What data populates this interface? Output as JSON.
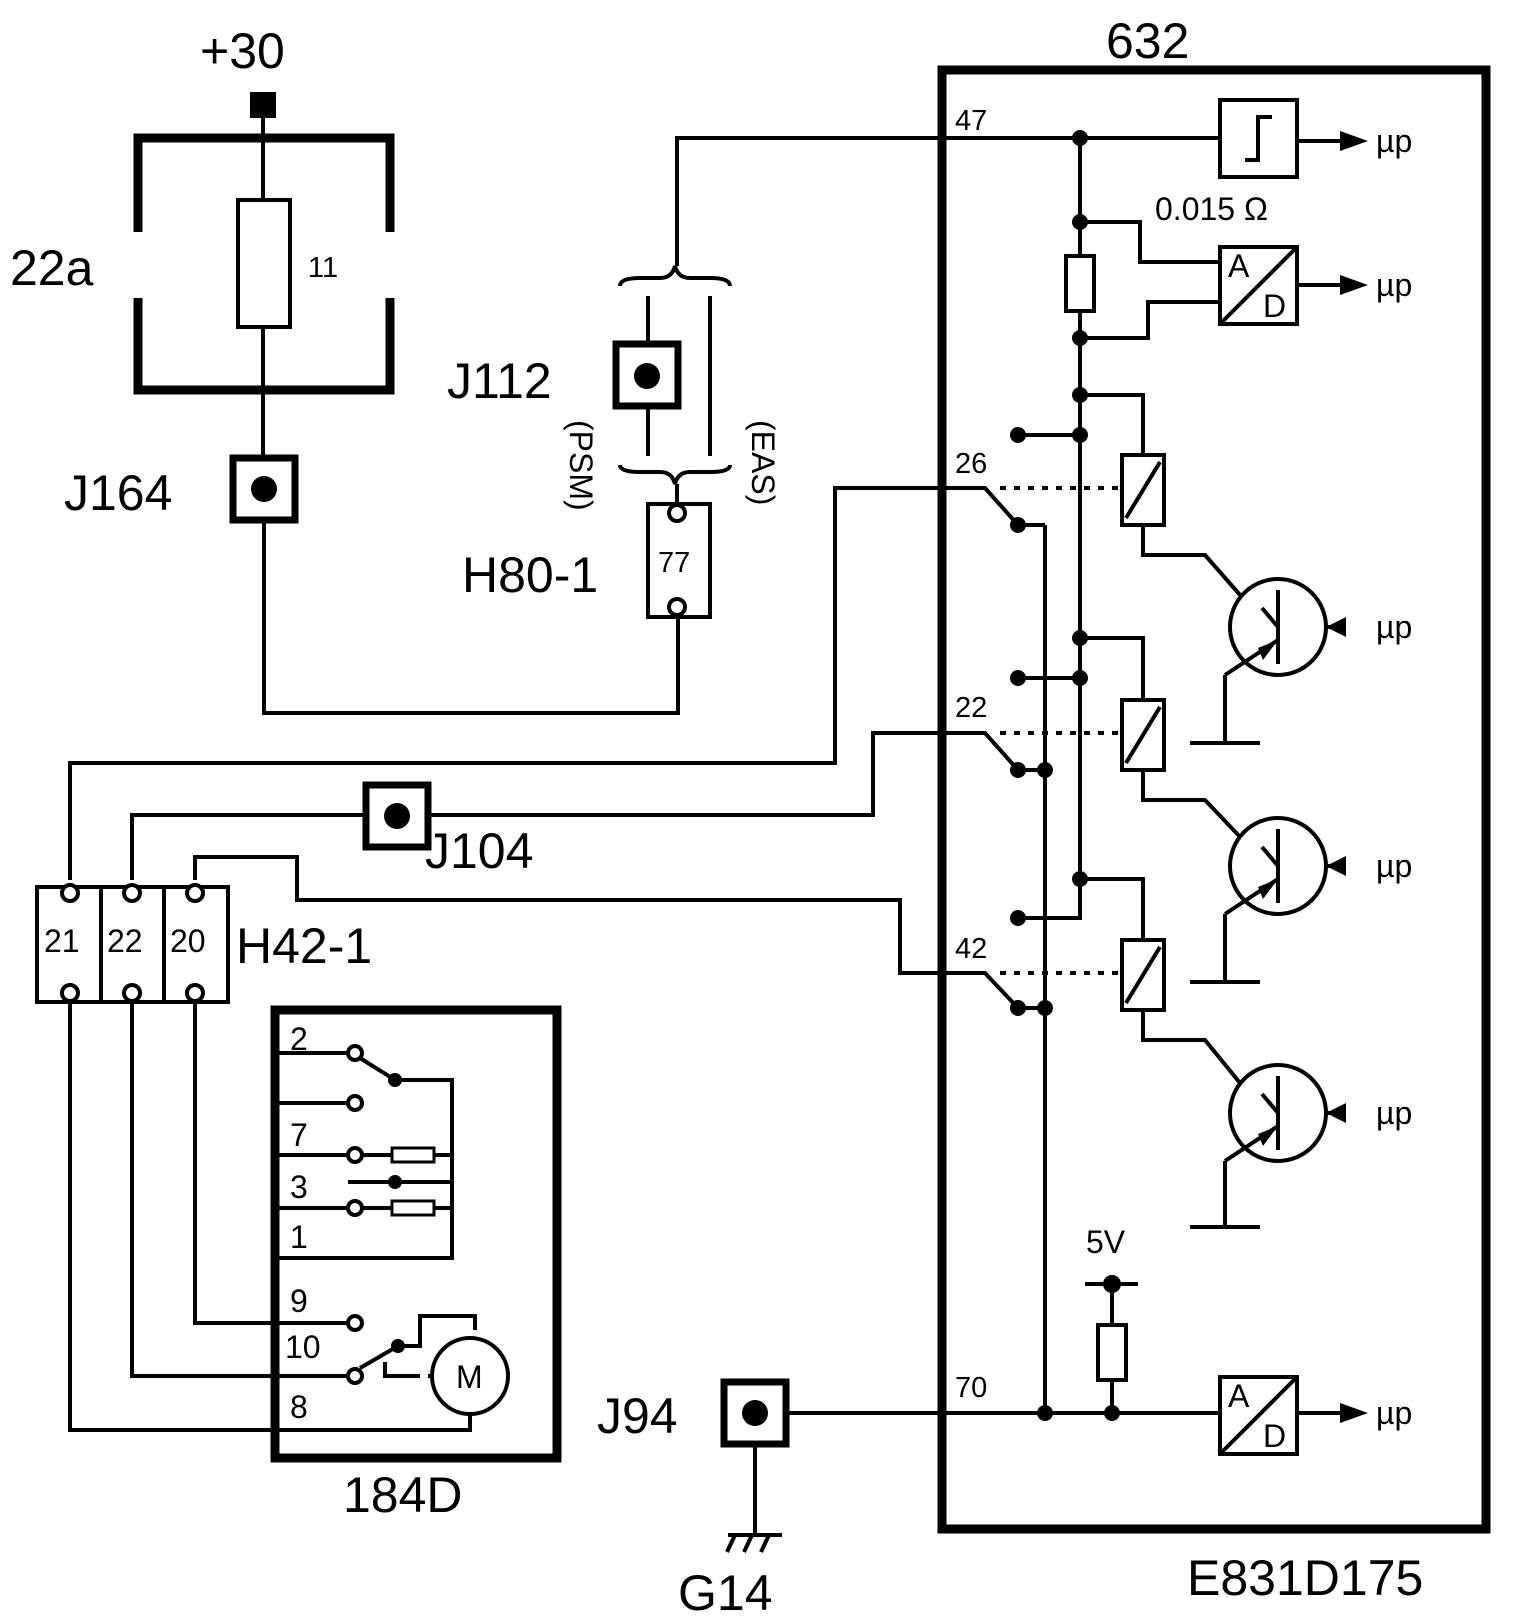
{
  "labels": {
    "supply": "+30",
    "fuse_box": "22a",
    "fuse_num": "11",
    "j164": "J164",
    "j112": "J112",
    "psm": "(PSM)",
    "eas": "(EAS)",
    "h80": "H80-1",
    "h80_pin": "77",
    "module": "632",
    "shunt": "0.015 Ω",
    "j104": "J104",
    "h42": "H42-1",
    "h42_pins": [
      "21",
      "22",
      "20"
    ],
    "switch_unit": "184D",
    "switch_pins": [
      "2",
      "7",
      "3",
      "1",
      "9",
      "10",
      "8"
    ],
    "motor": "M",
    "j94": "J94",
    "ground": "G14",
    "code": "E831D175",
    "pins_632": [
      "47",
      "26",
      "22",
      "42",
      "70"
    ],
    "up": "µp",
    "adc_a": "A",
    "adc_d": "D",
    "supply_5v": "5V"
  }
}
